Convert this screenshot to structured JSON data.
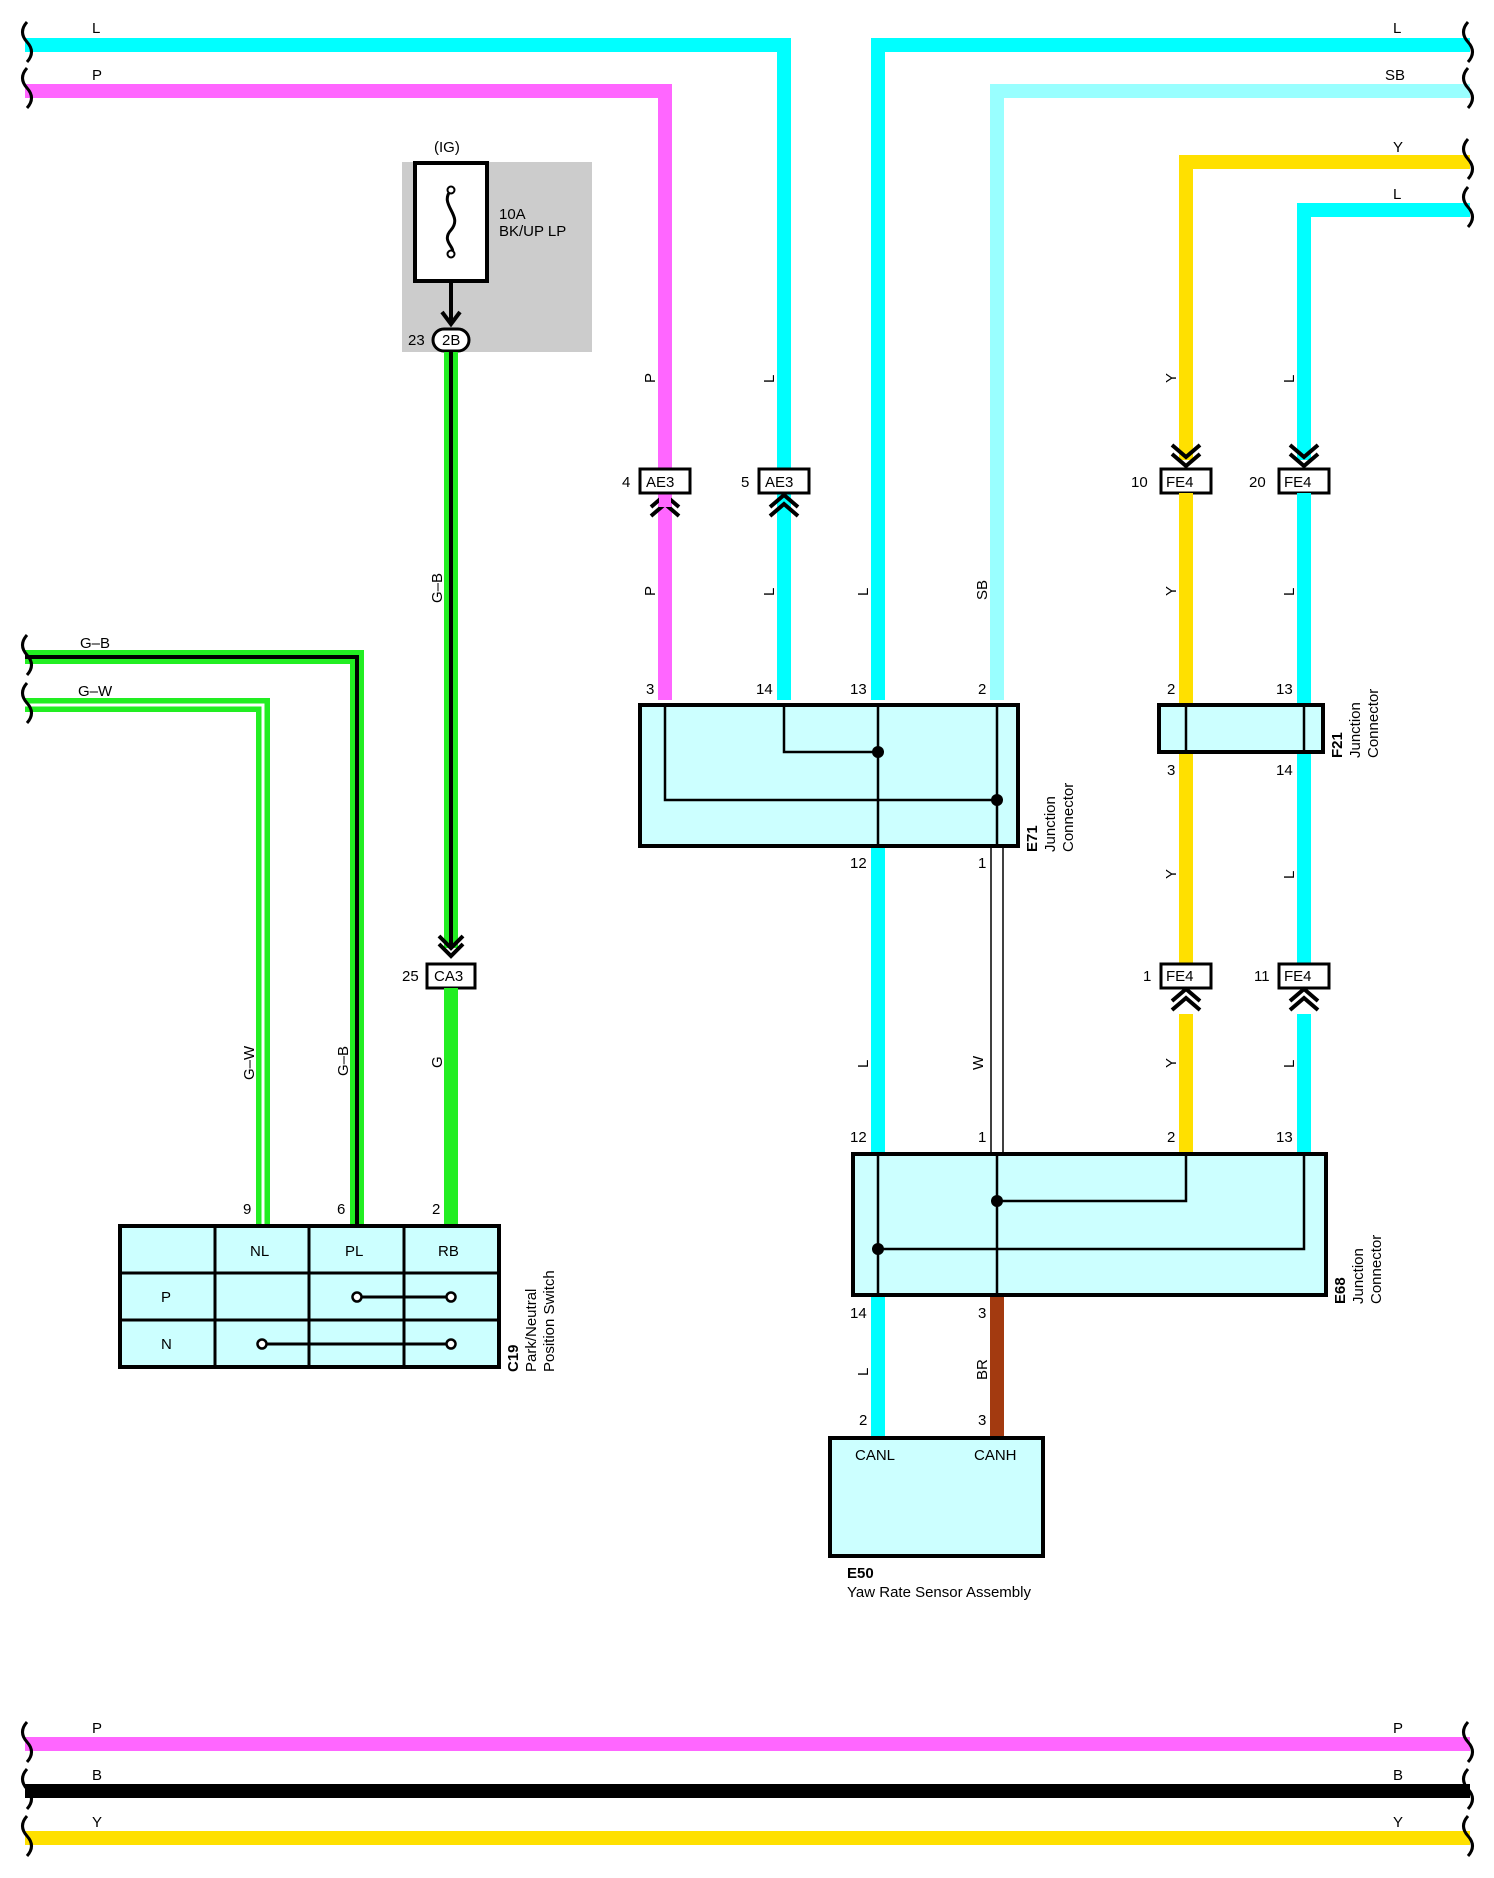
{
  "wire_colors": {
    "L": "#00ffff",
    "P": "#ff66ff",
    "SB": "#99ffff",
    "Y": "#ffe000",
    "G": "#22ee22",
    "BR": "#a33a10",
    "B": "#000000",
    "W": "#ffffff",
    "box_fill": "#ccffff",
    "fuse_shade": "#cccccc"
  },
  "top_bus": {
    "L_left": "L",
    "P_left": "P",
    "L_right": "L",
    "SB_right": "SB",
    "Y_right": "Y",
    "L_right2": "L"
  },
  "bottom_bus": {
    "P_left": "P",
    "B_left": "B",
    "Y_left": "Y",
    "P_right": "P",
    "B_right": "B",
    "Y_right": "Y"
  },
  "left_bus": {
    "GB": "G–B",
    "GW": "G–W"
  },
  "fuse": {
    "supply": "(IG)",
    "rating": "10A",
    "name": "BK/UP LP",
    "pin": "23",
    "connector": "2B"
  },
  "connectors": {
    "ae3_a": {
      "pin": "4",
      "code": "AE3"
    },
    "ae3_b": {
      "pin": "5",
      "code": "AE3"
    },
    "fe4_a": {
      "pin": "10",
      "code": "FE4"
    },
    "fe4_b": {
      "pin": "20",
      "code": "FE4"
    },
    "fe4_c": {
      "pin": "1",
      "code": "FE4"
    },
    "fe4_d": {
      "pin": "11",
      "code": "FE4"
    },
    "ca3": {
      "pin": "25",
      "code": "CA3"
    }
  },
  "wire_labels": {
    "p_upper": "P",
    "l_upper": "L",
    "y_upper": "Y",
    "l_upper2": "L",
    "p_lower": "P",
    "l_lower": "L",
    "l_main": "L",
    "sb": "SB",
    "y_lower": "Y",
    "l_lower2": "L",
    "gb_vert": "G–B",
    "g": "G",
    "gw_vert": "G–W",
    "gb_vert2": "G–B",
    "l_mid": "L",
    "y_mid": "Y",
    "l_mid2": "L",
    "l_bot": "L",
    "w_bot": "W",
    "y_bot": "Y",
    "l_bot2": "L",
    "l_e50": "L",
    "br_e50": "BR"
  },
  "e71": {
    "code": "E71",
    "desc1": "Junction",
    "desc2": "Connector",
    "pins_top": [
      "3",
      "14",
      "13",
      "2"
    ],
    "pins_bottom": [
      "12",
      "1"
    ]
  },
  "f21": {
    "code": "F21",
    "desc1": "Junction",
    "desc2": "Connector",
    "pins_top": [
      "2",
      "13"
    ],
    "pins_bottom": [
      "3",
      "14"
    ]
  },
  "e68": {
    "code": "E68",
    "desc1": "Junction",
    "desc2": "Connector",
    "pins_top": [
      "12",
      "1",
      "2",
      "13"
    ],
    "pins_bottom": [
      "14",
      "3"
    ]
  },
  "e50": {
    "code": "E50",
    "desc": "Yaw Rate Sensor Assembly",
    "pins": [
      "2",
      "3"
    ],
    "terminals": [
      "CANL",
      "CANH"
    ]
  },
  "c19": {
    "code": "C19",
    "desc1": "Park/Neutral",
    "desc2": "Position Switch",
    "pins": [
      "9",
      "6",
      "2"
    ],
    "columns": [
      "NL",
      "PL",
      "RB"
    ],
    "rows": [
      "P",
      "N"
    ]
  }
}
